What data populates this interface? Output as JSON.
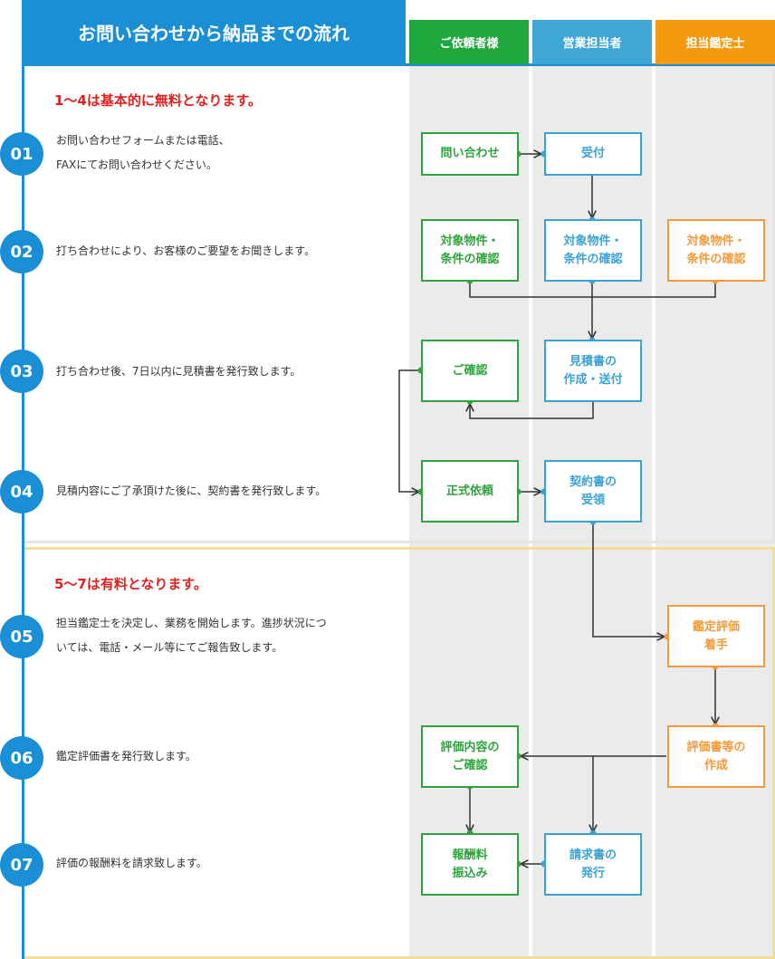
{
  "title": "お問い合わせから納品までの流れ",
  "lanes": [
    {
      "label": "ご依頼者様",
      "color": "#1ea73c"
    },
    {
      "label": "営業担当者",
      "color": "#3fa6d5"
    },
    {
      "label": "担当鑑定士",
      "color": "#f59a0f"
    }
  ],
  "notes": {
    "free": "1〜4は基本的に無料となります。",
    "paid": "5〜7は有料となります。"
  },
  "steps": [
    {
      "number": "01",
      "text": "お問い合わせフォームまたは電話、\nFAXにてお問い合わせください。"
    },
    {
      "number": "02",
      "text": "打ち合わせにより、お客様のご要望をお聞きします。"
    },
    {
      "number": "03",
      "text": "打ち合わせ後、7日以内に見積書を発行致します。"
    },
    {
      "number": "04",
      "text": "見積内容にご了承頂けた後に、契約書を発行致します。"
    },
    {
      "number": "05",
      "text": "担当鑑定士を決定し、業務を開始します。進捗状況につ\nいては、電話・メール等にてご報告致します。"
    },
    {
      "number": "06",
      "text": "鑑定評価書を発行致します。"
    },
    {
      "number": "07",
      "text": "評価の報酬料を請求致します。"
    }
  ],
  "boxes": {
    "inquiry": "問い合わせ",
    "reception": "受付",
    "confirm_client": "対象物件・\n条件の確認",
    "confirm_sales": "対象物件・\n条件の確認",
    "confirm_appraiser": "対象物件・\n条件の確認",
    "check": "ご確認",
    "estimate": "見積書の\n作成・送付",
    "formal_request": "正式依頼",
    "contract_receipt": "契約書の\n受領",
    "appraisal_start": "鑑定評価\n着手",
    "review_content": "評価内容の\nご確認",
    "create_report": "評価書等の\n作成",
    "payment": "報酬料\n振込み",
    "invoice": "請求書の\n発行"
  }
}
